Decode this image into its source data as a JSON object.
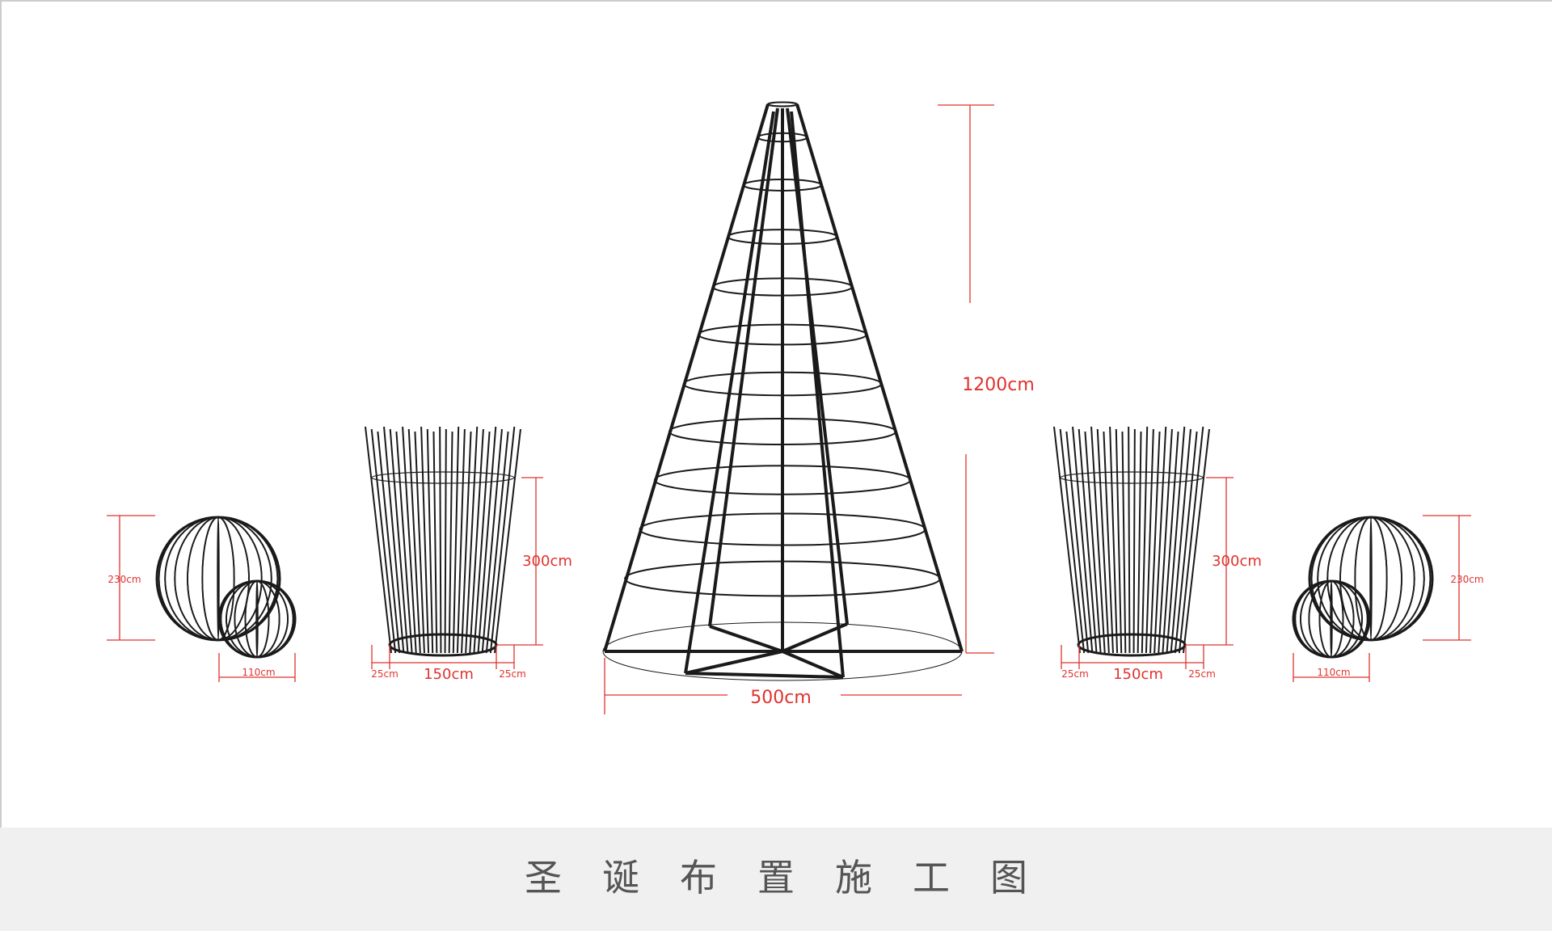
{
  "diagram": {
    "title": "圣诞布置施工图",
    "labels": {
      "tree_height": "1200cm",
      "tree_base": "500cm",
      "basket_height": "300cm",
      "basket_width": "150cm",
      "basket_margin": "25cm",
      "sphere_height": "230cm",
      "sphere_width": "110cm"
    },
    "colors": {
      "wire": "#1a1a1a",
      "dimension": "#e0322e",
      "footer_band": "#f0f0f0",
      "footer_text": "#555555"
    }
  }
}
